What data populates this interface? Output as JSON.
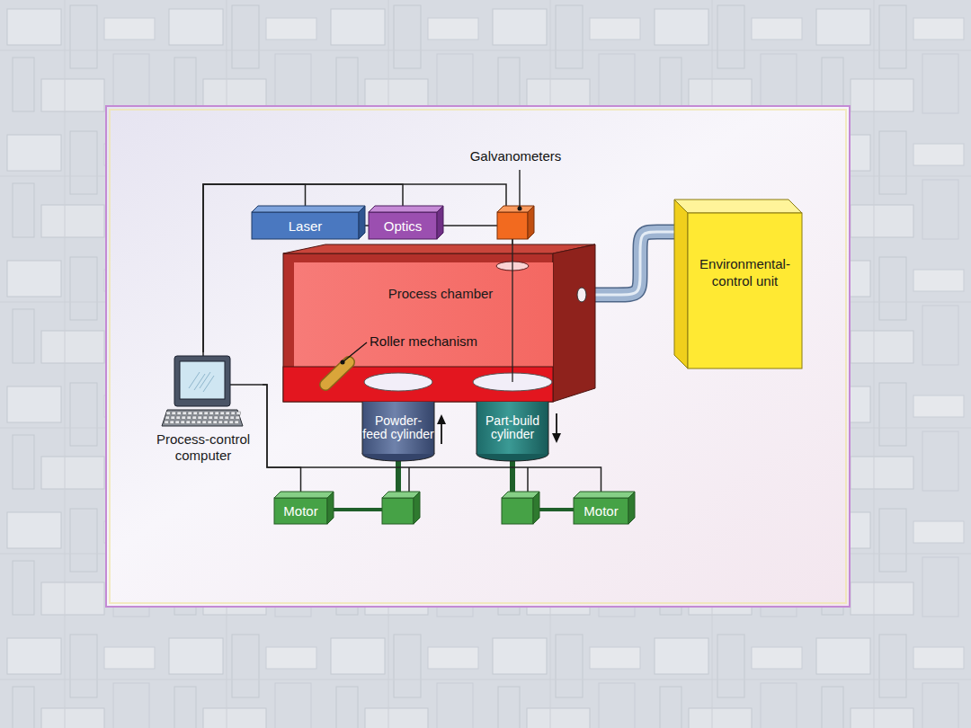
{
  "diagram": {
    "nodes": [
      {
        "text": [
          "Laser"
        ]
      },
      {
        "text": [
          "Optics"
        ]
      },
      {
        "text": [
          "Galvanometers"
        ]
      },
      {
        "text": [
          "Environmental- control unit"
        ]
      },
      {
        "text": [
          "Process chamber"
        ]
      },
      {
        "text": [
          "Process-control computer"
        ]
      },
      {
        "text": [
          "Powder- feed cylinder"
        ]
      },
      {
        "text": [
          "Part-build cylinder"
        ]
      },
      {
        "text": [
          "Motor"
        ]
      },
      {
        "text": [
          "Motor"
        ]
      }
    ],
    "edges": [
      {
        "from": 5,
        "to": 0,
        "arrow": "none"
      },
      {
        "from": 5,
        "to": 1,
        "arrow": "none"
      },
      {
        "from": 5,
        "to": 2,
        "arrow": "none"
      },
      {
        "from": 0,
        "to": 1,
        "arrow": "none"
      },
      {
        "from": 1,
        "to": 2,
        "arrow": "none"
      },
      {
        "from": 2,
        "to": 4,
        "arrow": "none"
      },
      {
        "from": 4,
        "to": 3,
        "arrow": "none"
      },
      {
        "from": 5,
        "to": 8,
        "arrow": "none"
      },
      {
        "from": 5,
        "to": 9,
        "arrow": "none"
      }
    ],
    "labels": [
      "Roller mechanism"
    ]
  }
}
